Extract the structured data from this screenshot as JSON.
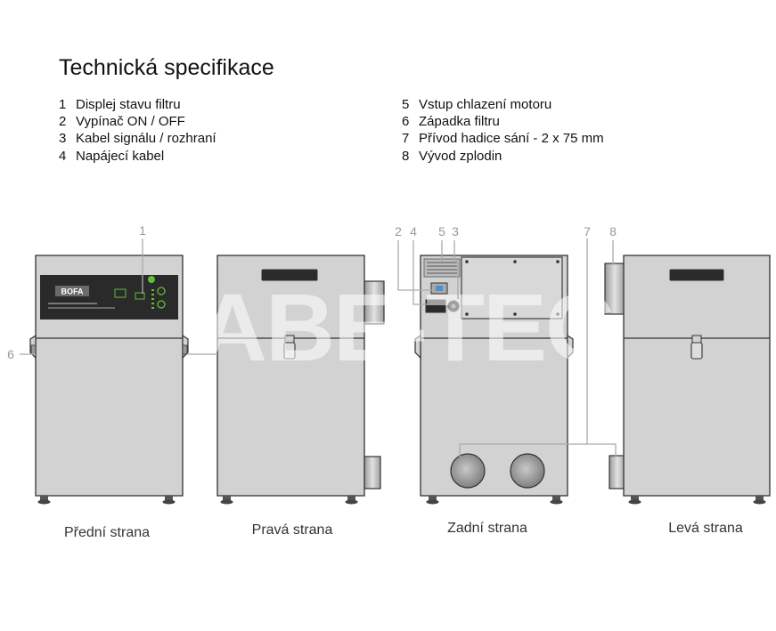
{
  "title": "Technická specifikace",
  "spec_left": [
    {
      "num": "1",
      "label": "Displej stavu filtru"
    },
    {
      "num": "2",
      "label": "Vypínač ON / OFF"
    },
    {
      "num": "3",
      "label": "Kabel signálu / rozhraní"
    },
    {
      "num": "4",
      "label": "Napájecí kabel"
    }
  ],
  "spec_right": [
    {
      "num": "5",
      "label": "Vstup chlazení motoru"
    },
    {
      "num": "6",
      "label": "Západka filtru"
    },
    {
      "num": "7",
      "label": "Přívod hadice sání - 2 x 75 mm"
    },
    {
      "num": "8",
      "label": "Vývod zplodin"
    }
  ],
  "callouts": [
    "1",
    "2",
    "4",
    "5",
    "3",
    "7",
    "8",
    "6"
  ],
  "captions": {
    "front": "Přední strana",
    "right": "Pravá strana",
    "back": "Zadní strana",
    "left": "Levá strana"
  },
  "logo_text": "BOFA",
  "watermark_text": "ABE-TEC",
  "colors": {
    "body_fill": "#d2d2d2",
    "outline": "#333333",
    "callout": "#999999",
    "led_green": "#5fbf3a",
    "panel": "#2a2a2a"
  }
}
